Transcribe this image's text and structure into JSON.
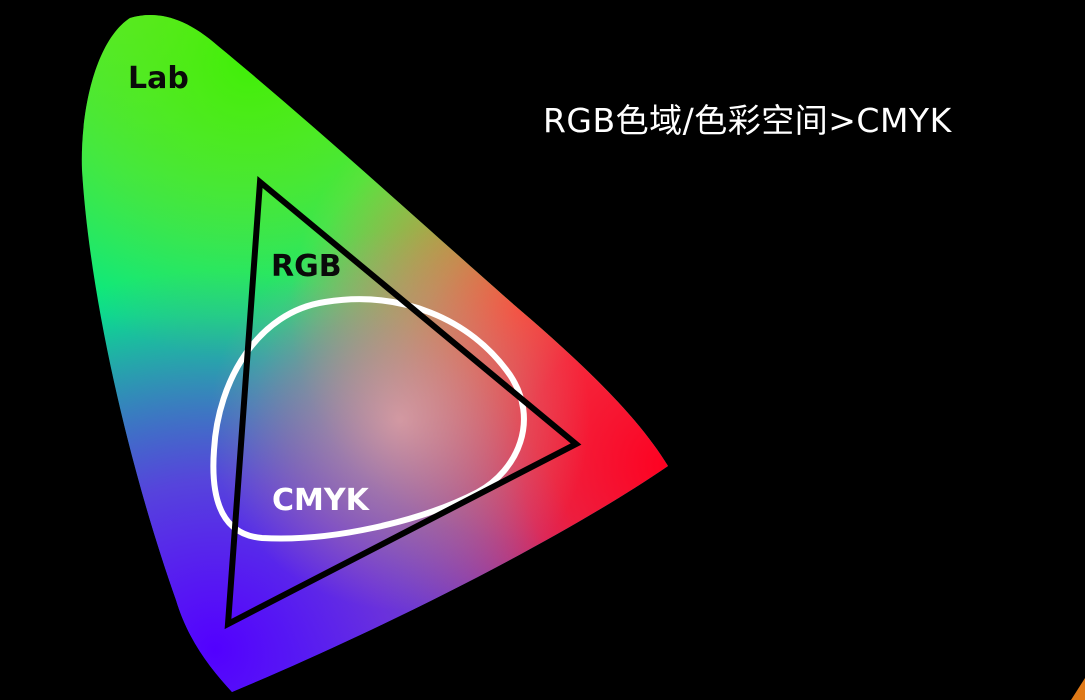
{
  "title": "RGB色域/色彩空间>CMYK",
  "regions": {
    "lab": "Lab",
    "rgb": "RGB",
    "cmyk": "CMYK"
  },
  "colors": {
    "background": "#000000",
    "title_text": "#ffffff",
    "rgb_triangle_stroke": "#000000",
    "cmyk_outline_stroke": "#ffffff",
    "gamut_green": "#00ff70",
    "gamut_red": "#ff0033",
    "gamut_blue": "#5a00ff",
    "corner_accent": "#e07a18"
  }
}
